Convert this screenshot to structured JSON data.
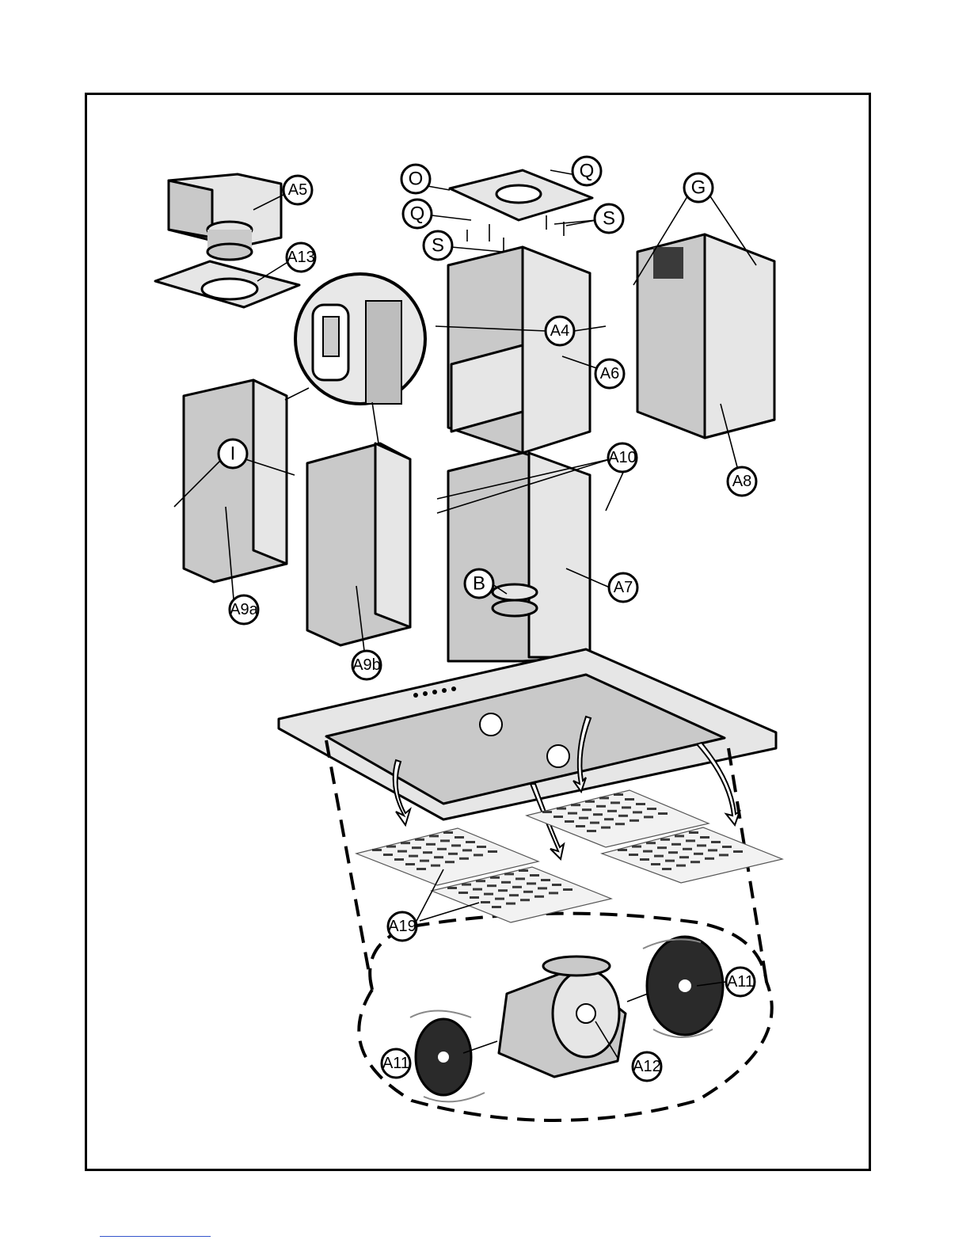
{
  "callouts": {
    "A5": "A5",
    "A13": "A13",
    "O": "O",
    "Q_top": "Q",
    "Q_left": "Q",
    "S_right": "S",
    "S_left": "S",
    "G": "G",
    "A4": "A4",
    "A6": "A6",
    "I": "I",
    "A9a": "A9a",
    "A9b": "A9b",
    "A10": "A10",
    "A8": "A8",
    "B": "B",
    "A7": "A7",
    "A19": "A19",
    "A11_right": "A11",
    "A11_left": "A11",
    "A12": "A12"
  },
  "colors": {
    "line": "#000000",
    "panel": "#c9c9c9",
    "page": "#ffffff"
  }
}
